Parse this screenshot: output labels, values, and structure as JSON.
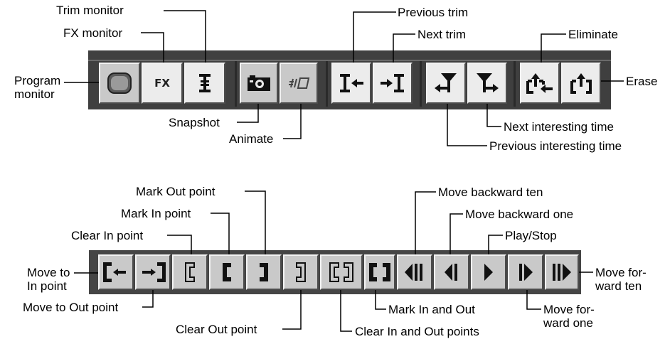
{
  "top_toolbar": {
    "labels": {
      "trim_monitor": "Trim monitor",
      "fx_monitor": "FX monitor",
      "program_monitor": "Program\nmonitor",
      "snapshot": "Snapshot",
      "animate": "Animate",
      "previous_trim": "Previous trim",
      "next_trim": "Next trim",
      "eliminate": "Eliminate",
      "erase": "Erase",
      "next_interesting_time": "Next interesting time",
      "previous_interesting_time": "Previous interesting time"
    },
    "fx_glyph": "FX",
    "icons": [
      "program-monitor-icon",
      "fx-monitor-icon",
      "trim-monitor-icon",
      "snapshot-icon",
      "animate-icon",
      "previous-trim-icon",
      "next-trim-icon",
      "previous-interesting-time-icon",
      "next-interesting-time-icon",
      "eliminate-icon",
      "erase-icon"
    ]
  },
  "bottom_toolbar": {
    "labels": {
      "mark_out_point": "Mark Out point",
      "mark_in_point": "Mark In point",
      "clear_in_point": "Clear In point",
      "move_to_in_point": "Move to\nIn point",
      "move_to_out_point": "Move to Out point",
      "clear_out_point": "Clear Out point",
      "clear_in_and_out_points": "Clear In and Out points",
      "mark_in_and_out": "Mark In and Out",
      "move_backward_ten": "Move backward ten",
      "move_backward_one": "Move backward one",
      "play_stop": "Play/Stop",
      "move_forward_ten": "Move for-\nward ten",
      "move_forward_one": "Move for-\nward one"
    },
    "icons": [
      "move-to-in-point-icon",
      "move-to-out-point-icon",
      "clear-in-point-icon",
      "mark-in-point-icon",
      "mark-out-point-icon",
      "clear-out-point-icon",
      "clear-in-and-out-points-icon",
      "mark-in-and-out-icon",
      "move-backward-ten-icon",
      "move-backward-one-icon",
      "play-stop-icon",
      "move-forward-one-icon",
      "move-forward-ten-icon"
    ]
  },
  "colors": {
    "toolbar_bg": "#404040",
    "button_face": "#c9c9c9",
    "button_lit": "#ececec",
    "glyph": "#111111"
  }
}
